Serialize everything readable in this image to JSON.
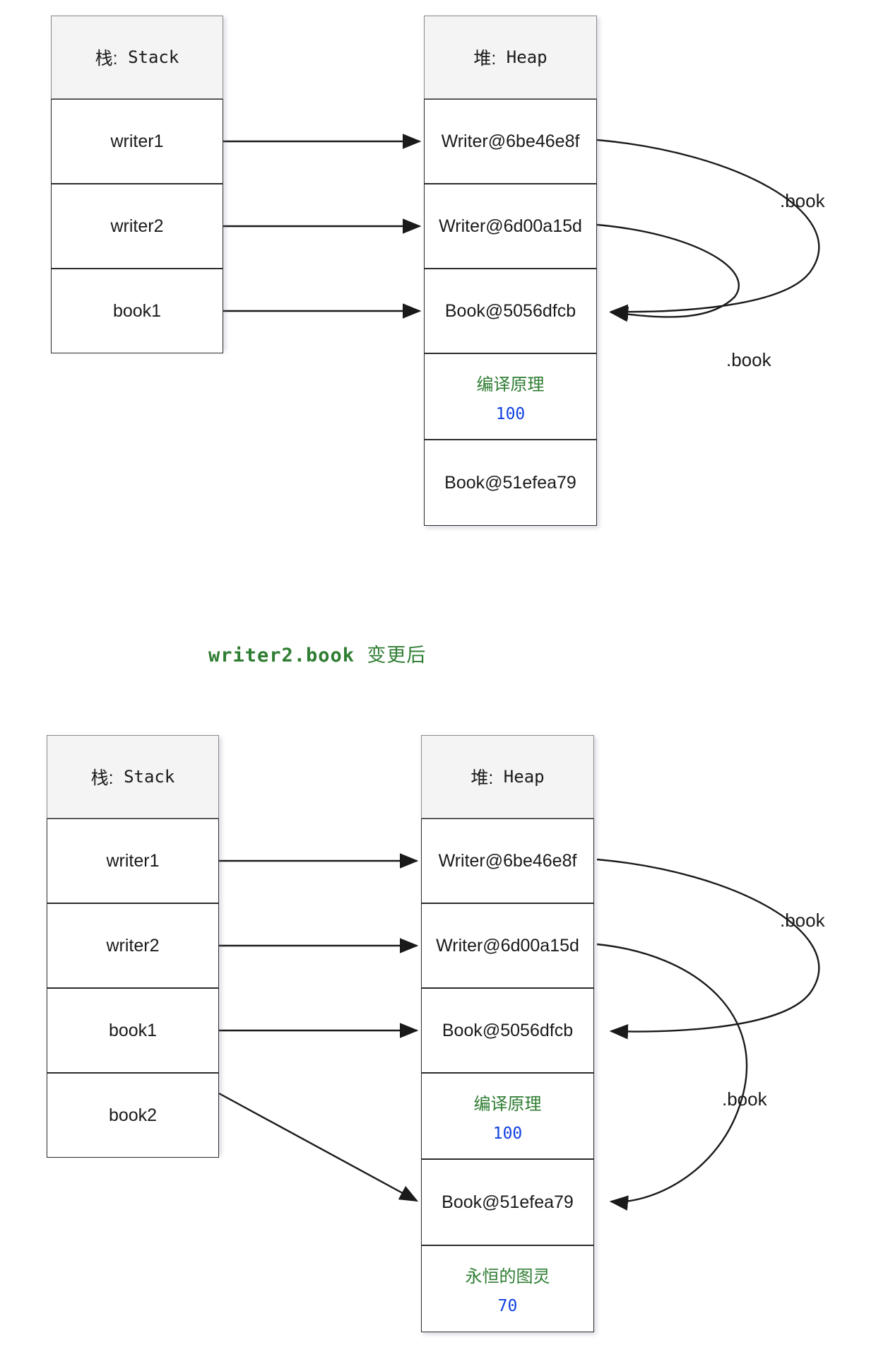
{
  "figure": {
    "title_caption": "writer2.book 变更后",
    "caption_code": "writer2.book",
    "caption_cn": "变更后",
    "colors": {
      "green": "#2f7d32",
      "blue": "#1040e0",
      "stroke": "#1a1a1a",
      "header_bg": "#f4f4f4"
    }
  },
  "before": {
    "stack": {
      "header": "栈: Stack",
      "header_cn": "栈:",
      "header_en": "Stack",
      "rows": [
        {
          "label": "writer1"
        },
        {
          "label": "writer2"
        },
        {
          "label": "book1"
        }
      ]
    },
    "heap": {
      "header": "堆: Heap",
      "header_cn": "堆:",
      "header_en": "Heap",
      "rows": [
        {
          "label": "Writer@6be46e8f",
          "type": "object"
        },
        {
          "label": "Writer@6d00a15d",
          "type": "object"
        },
        {
          "label": "Book@5056dfcb",
          "type": "object"
        },
        {
          "title": "编译原理",
          "price": "100",
          "type": "fields"
        },
        {
          "label": "Book@51efea79",
          "type": "object"
        }
      ]
    },
    "edge_labels": [
      {
        "text": ".book",
        "from": "Writer@6be46e8f",
        "to": "Book@5056dfcb"
      },
      {
        "text": ".book",
        "from": "Writer@6d00a15d",
        "to": "Book@5056dfcb"
      }
    ],
    "references": [
      {
        "from": "writer1",
        "to": "Writer@6be46e8f"
      },
      {
        "from": "writer2",
        "to": "Writer@6d00a15d"
      },
      {
        "from": "book1",
        "to": "Book@5056dfcb"
      }
    ]
  },
  "after": {
    "stack": {
      "header": "栈: Stack",
      "header_cn": "栈:",
      "header_en": "Stack",
      "rows": [
        {
          "label": "writer1"
        },
        {
          "label": "writer2"
        },
        {
          "label": "book1"
        },
        {
          "label": "book2"
        }
      ]
    },
    "heap": {
      "header": "堆: Heap",
      "header_cn": "堆:",
      "header_en": "Heap",
      "rows": [
        {
          "label": "Writer@6be46e8f",
          "type": "object"
        },
        {
          "label": "Writer@6d00a15d",
          "type": "object"
        },
        {
          "label": "Book@5056dfcb",
          "type": "object"
        },
        {
          "title": "编译原理",
          "price": "100",
          "type": "fields"
        },
        {
          "label": "Book@51efea79",
          "type": "object"
        },
        {
          "title": "永恒的图灵",
          "price": "70",
          "type": "fields"
        }
      ]
    },
    "edge_labels": [
      {
        "text": ".book",
        "from": "Writer@6be46e8f",
        "to": "Book@5056dfcb"
      },
      {
        "text": ".book",
        "from": "Writer@6d00a15d",
        "to": "Book@51efea79"
      }
    ],
    "references": [
      {
        "from": "writer1",
        "to": "Writer@6be46e8f"
      },
      {
        "from": "writer2",
        "to": "Writer@6d00a15d"
      },
      {
        "from": "book1",
        "to": "Book@5056dfcb"
      },
      {
        "from": "book2",
        "to": "Book@51efea79"
      }
    ]
  }
}
